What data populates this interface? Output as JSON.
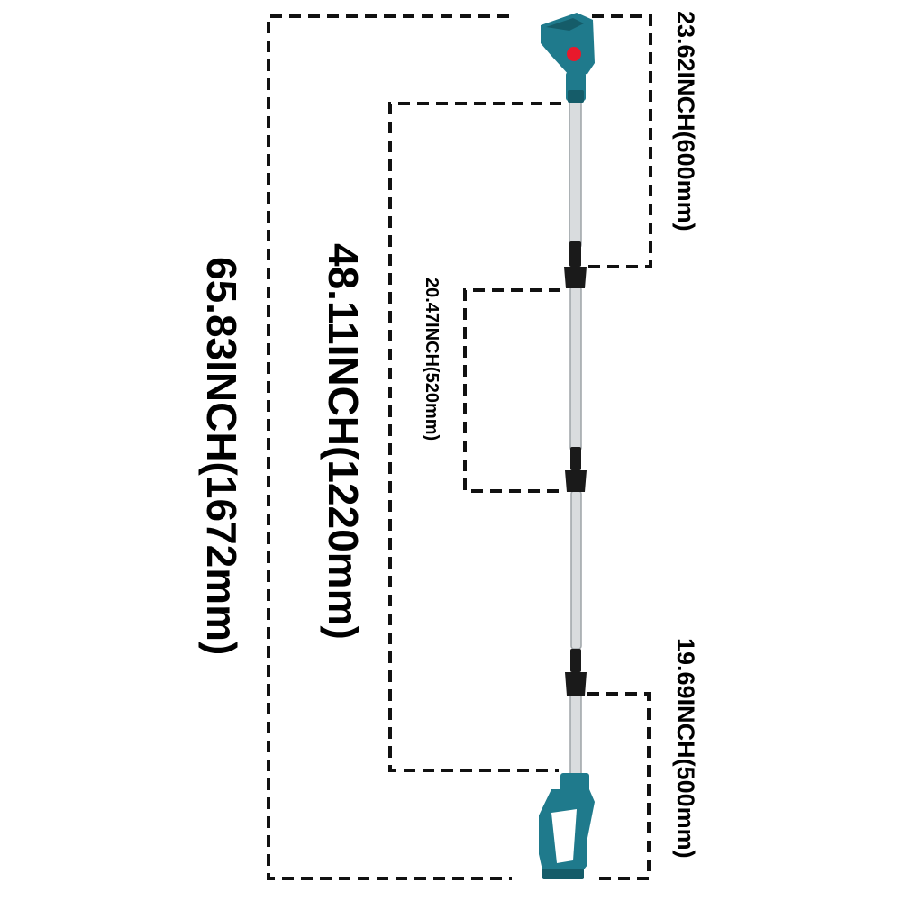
{
  "colors": {
    "tool_body": "#1f7a8c",
    "tool_body_dark": "#155c69",
    "pole": "#d9dcde",
    "pole_shade": "#9ea3a7",
    "joint": "#1a1a1a",
    "button": "#e8192c",
    "dash_line": "#111111"
  },
  "dimensions": {
    "total": "65.83INCH(1672mm)",
    "pole": "48.11INCH(1220mm)",
    "top_section": "23.62INCH(600mm)",
    "middle_section": "20.47INCH(520mm)",
    "bottom_section": "19.69INCH(500mm)"
  }
}
